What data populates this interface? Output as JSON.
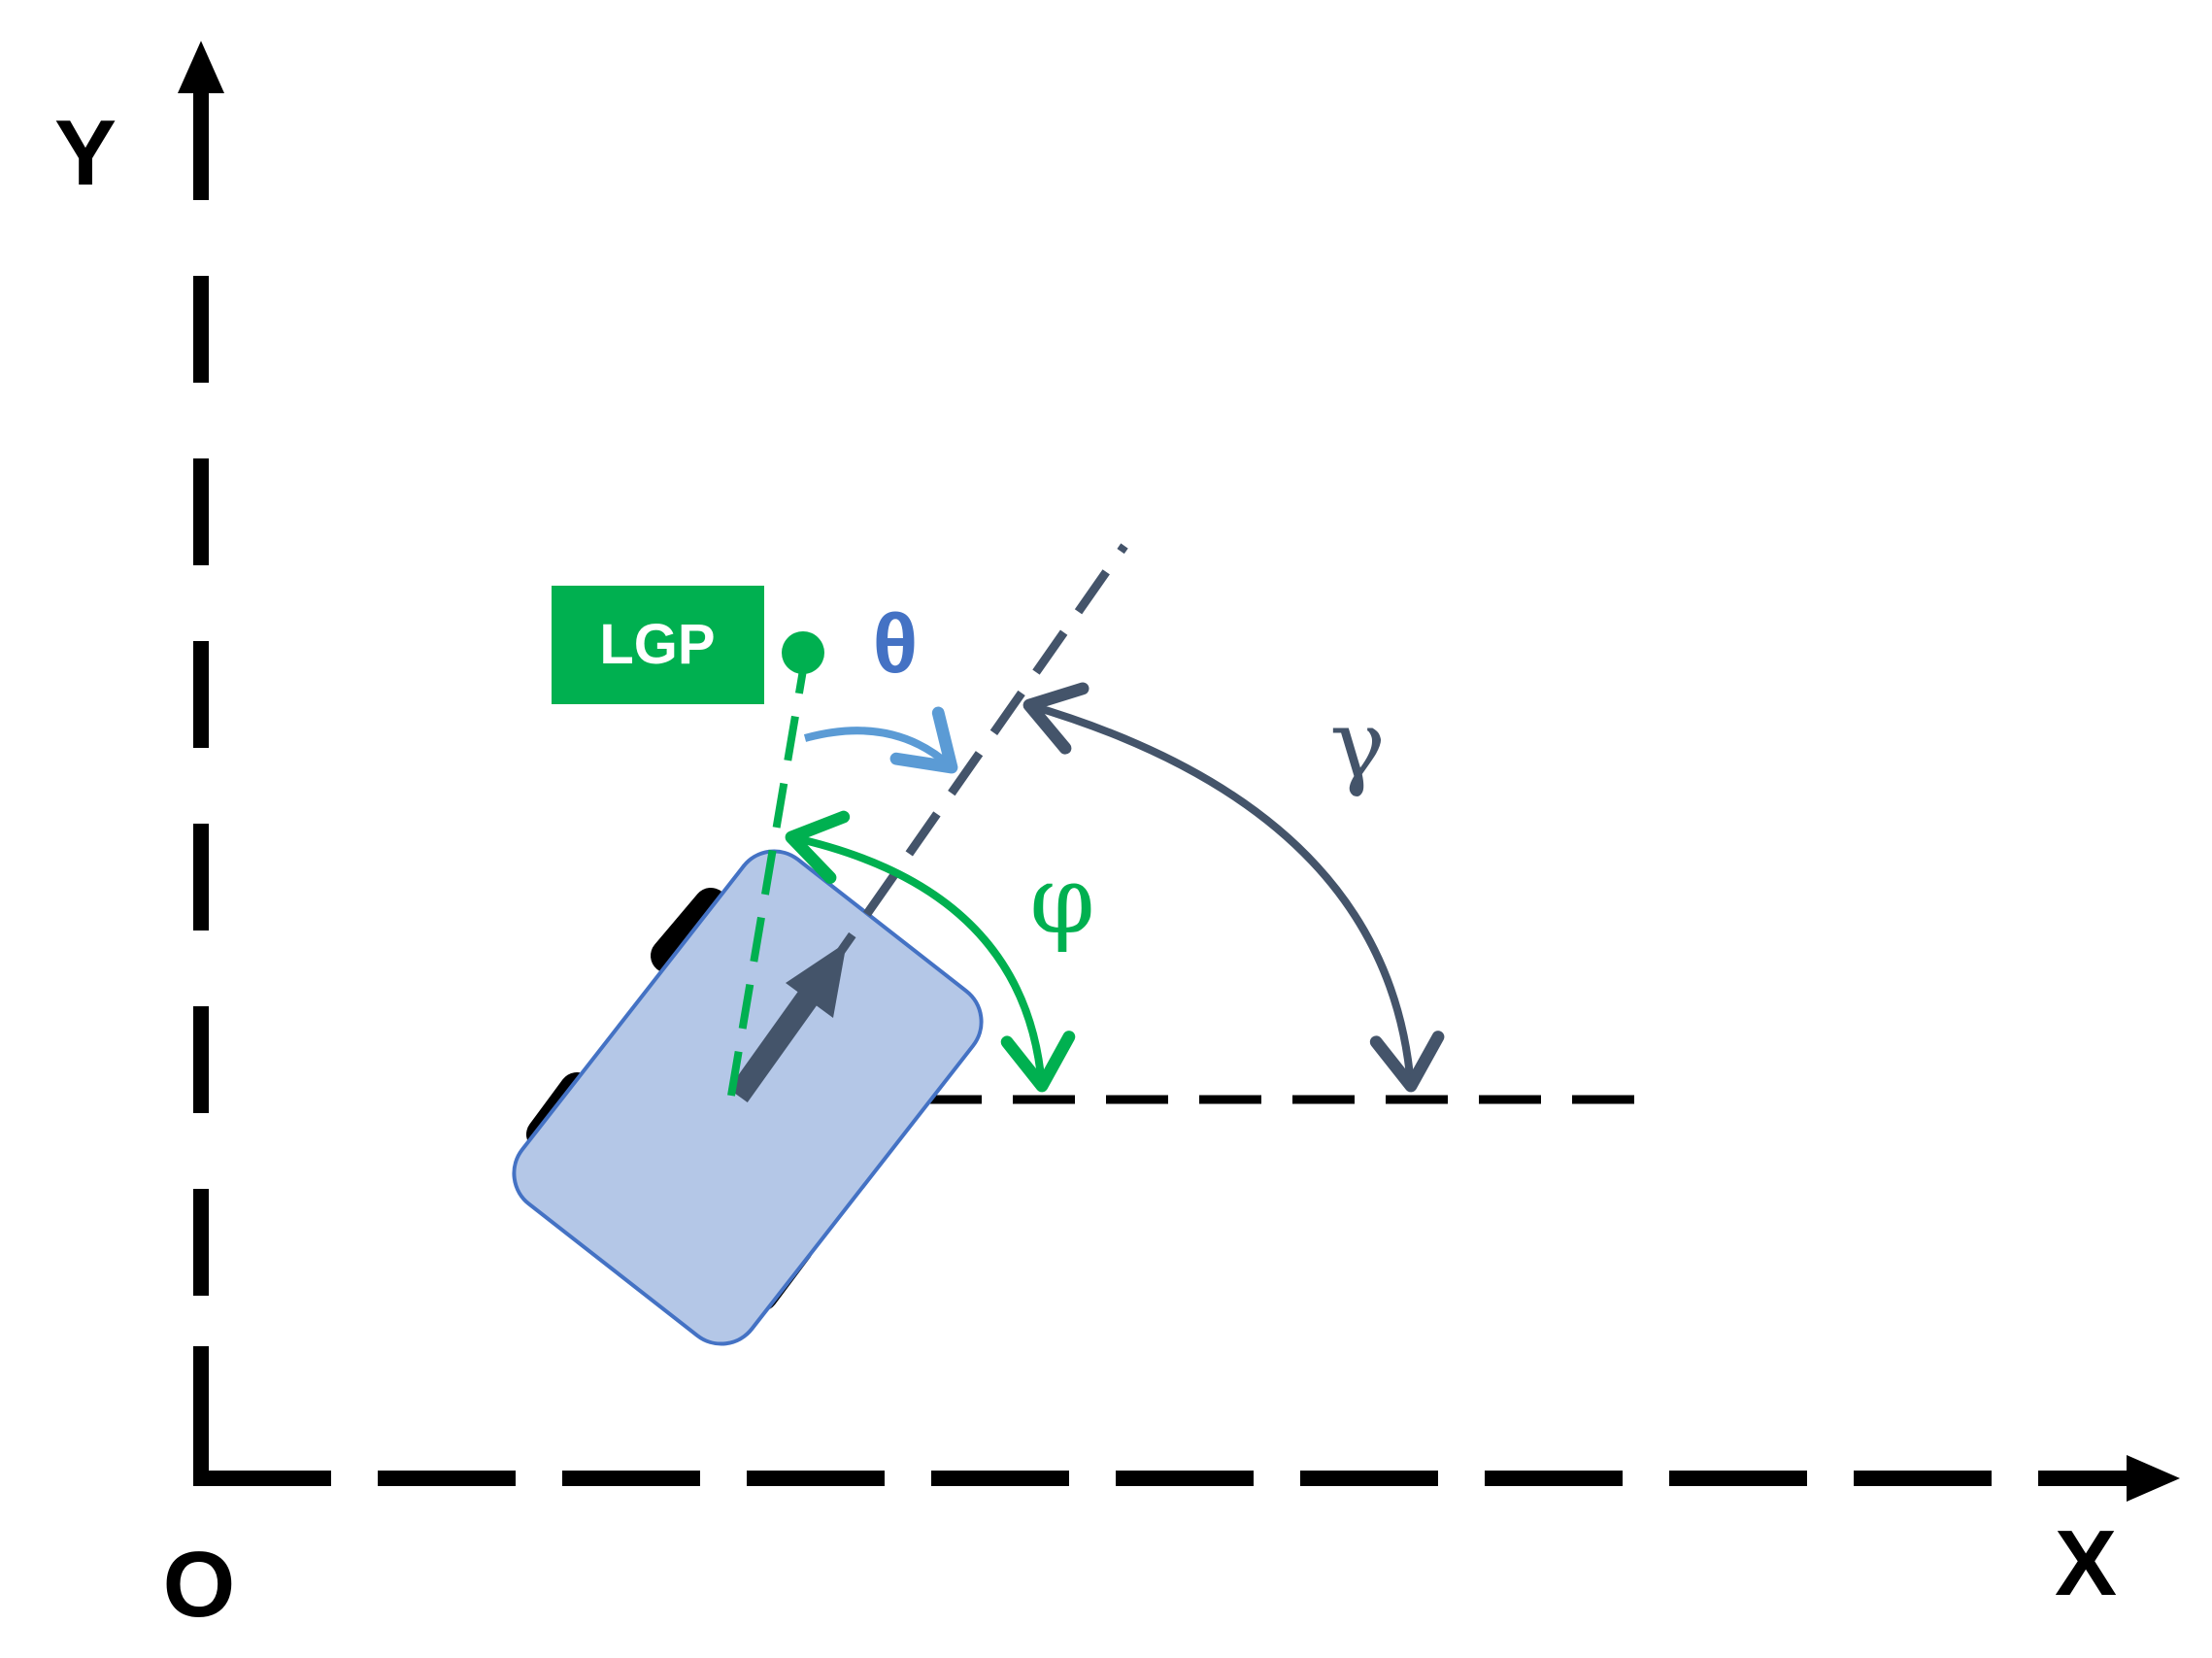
{
  "axes": {
    "y_label": "Y",
    "x_label": "X",
    "origin_label": "O"
  },
  "target": {
    "label": "LGP"
  },
  "angles": {
    "theta": {
      "symbol": "θ"
    },
    "phi": {
      "symbol": "φ"
    },
    "gamma": {
      "symbol": "γ"
    }
  },
  "colors": {
    "axis": "#000000",
    "green": "#00b050",
    "dark_slate": "#44546a",
    "theta_blue": "#4472c4",
    "theta_arrow": "#5b9bd5",
    "vehicle_fill": "#b4c7e7",
    "vehicle_stroke": "#4472c4",
    "wheel": "#000000"
  }
}
